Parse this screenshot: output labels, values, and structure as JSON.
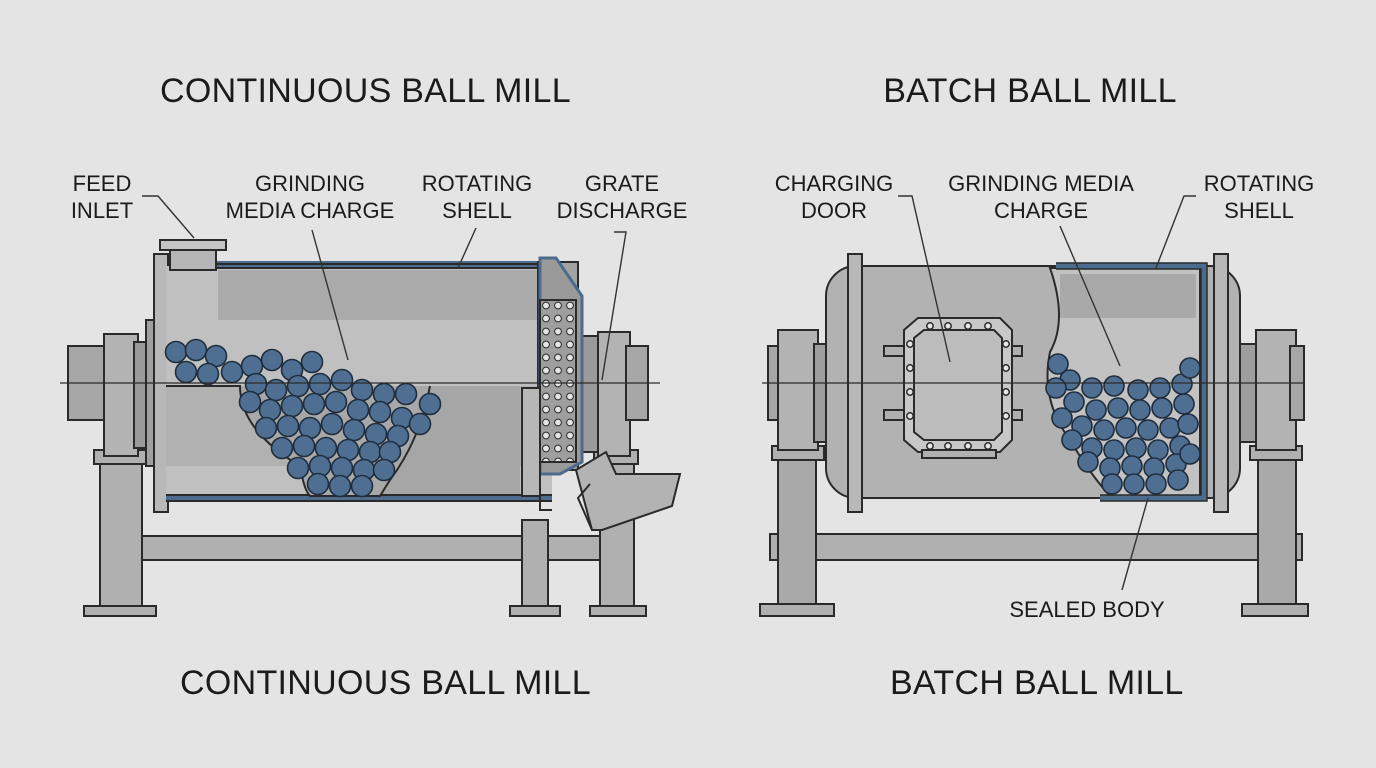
{
  "continuous": {
    "title_top": "CONTINUOUS BALL MILL",
    "title_bottom": "CONTINUOUS BALL MILL",
    "labels": {
      "feed_inlet": "FEED\nINLET",
      "grinding_media": "GRINDING\nMEDIA CHARGE",
      "rotating_shell": "ROTATING\nSHELL",
      "grate_discharge": "GRATE\nDISCHARGE"
    }
  },
  "batch": {
    "title_top": "BATCH BALL MILL",
    "title_bottom": "BATCH BALL MILL",
    "labels": {
      "charging_door": "CHARGING\nDOOR",
      "grinding_media": "GRINDING MEDIA\nCHARGE",
      "rotating_shell": "ROTATING\nSHELL",
      "sealed_body": "SEALED BODY"
    }
  },
  "colors": {
    "background": "#e4e4e4",
    "steel": "#a9a9a9",
    "steel_light": "#bdbdbd",
    "steel_dark": "#8c8c8c",
    "shell_blue": "#4d6b8c",
    "ball": "#4f6f92",
    "outline": "#2a2a2a"
  }
}
